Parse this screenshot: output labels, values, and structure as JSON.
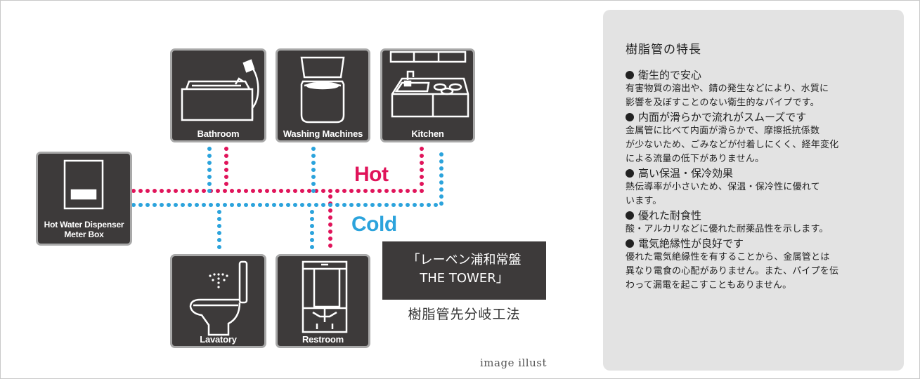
{
  "diagram": {
    "fixtures": {
      "bathroom": "Bathroom",
      "washing": "Washing Machines",
      "kitchen": "Kitchen",
      "dispenser_line1": "Hot Water Dispenser",
      "dispenser_line2": "Meter Box",
      "lavatory": "Lavatory",
      "restroom": "Restroom"
    },
    "hot_label": "Hot",
    "cold_label": "Cold",
    "colors": {
      "hot": "#e0145a",
      "cold": "#2ba3dc",
      "tile": "#3d3a3a",
      "tile_border": "#a9a9a9"
    },
    "tower_line1": "「レーベン浦和常盤",
    "tower_line2": "THE TOWER」",
    "method": "樹脂管先分岐工法",
    "note": "image illust"
  },
  "panel": {
    "title": "樹脂管の特長",
    "features": [
      {
        "heading": "衛生的で安心",
        "body": [
          "有害物質の溶出や、錆の発生などにより、水質に",
          "影響を及ぼすことのない衛生的なパイプです。"
        ]
      },
      {
        "heading": "内面が滑らかで流れがスムーズです",
        "body": [
          "金属管に比べて内面が滑らかで、摩擦抵抗係数",
          "が少ないため、ごみなどが付着しにくく、経年変化",
          "による流量の低下がありません。"
        ]
      },
      {
        "heading": "高い保温・保冷効果",
        "body": [
          "熱伝導率が小さいため、保温・保冷性に優れて",
          "います。"
        ]
      },
      {
        "heading": "優れた耐食性",
        "body": [
          "酸・アルカリなどに優れた耐薬品性を示します。"
        ]
      },
      {
        "heading": "電気絶縁性が良好です",
        "body": [
          "優れた電気絶縁性を有することから、金属管とは",
          "異なり電食の心配がありません。また、パイプを伝",
          "わって漏電を起こすこともありません。"
        ]
      }
    ]
  }
}
